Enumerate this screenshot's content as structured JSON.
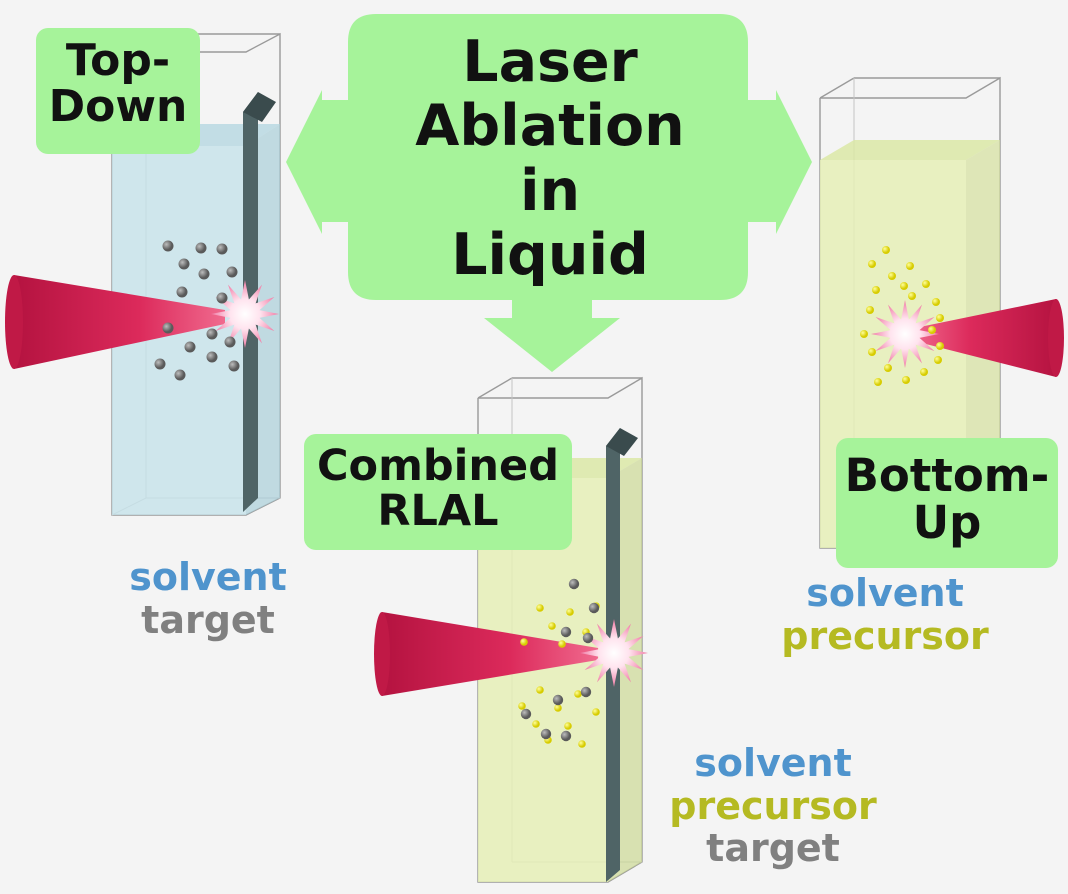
{
  "title": {
    "lines": [
      "Laser",
      "Ablation in",
      "Liquid"
    ]
  },
  "panels": {
    "top_down": {
      "label_lines": [
        "Top-",
        "Down"
      ],
      "legend": [
        "solvent",
        "target"
      ]
    },
    "bottom_up": {
      "label_lines": [
        "Bottom-",
        "Up"
      ],
      "legend": [
        "solvent",
        "precursor"
      ]
    },
    "combined": {
      "label_lines": [
        "Combined",
        "RLAL"
      ],
      "legend": [
        "solvent",
        "precursor",
        "target"
      ]
    }
  },
  "colors": {
    "label_fill": "#a6f39a",
    "solvent_text": "#4f94cd",
    "target_text": "#808080",
    "precursor_text": "#b5ba22",
    "laser": "#d41f50",
    "liquid_blue": "#c6e2ea",
    "liquid_yellow": "#e5efb6",
    "target_plate": "#4f6466",
    "target_particle": "#7c7c7c",
    "precursor_particle": "#f2ec1c"
  },
  "icons": [
    "cuvette",
    "laser-beam",
    "ablation-flash",
    "nanoparticle"
  ]
}
